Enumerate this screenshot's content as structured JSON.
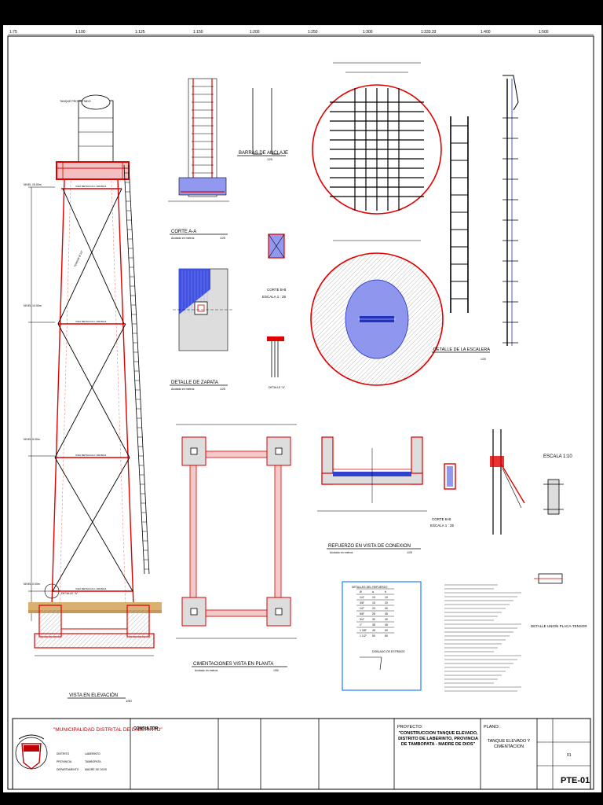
{
  "scale_bar": [
    "1:75",
    "1:100",
    "1:125",
    "1:150",
    "1:200",
    "1:250",
    "1:300",
    "1:333.33",
    "1:400",
    "1:500"
  ],
  "elevation": {
    "title": "VISTA EN ELEVACIÓN",
    "scale": "1/50",
    "tank_label": "TANQUE PROYECTADO",
    "levels": [
      "NIVEL 15.00m",
      "NIVEL 10.00m",
      "NIVEL 5.00m",
      "NIVEL 0.00m"
    ],
    "beam_labels": [
      "VIGA METALICA C 100x50x4",
      "VIGA METALICA C 100x50x4",
      "VIGA METALICA C 100x50x4",
      "VIGA METALICA C 100x50x4"
    ],
    "brace_label": "TENSOR Ø 1/2\"",
    "detail_ref": "DETALLE \"A\""
  },
  "corte_aa": {
    "title": "CORTE A-A",
    "scale": "1/25",
    "sublabel": "Acotado en metros",
    "bars_title": "BARRAS DE ANCLAJE",
    "bars_scale": "1/25"
  },
  "corte_bb": {
    "title": "CORTE B-B",
    "scale": "ESCALA 1 : 25"
  },
  "zapata": {
    "title": "DETALLE DE ZAPATA",
    "scale": "1/25",
    "sublabel": "Acotado en metros"
  },
  "detalle_a": {
    "title": "DETALLE \"A\""
  },
  "escalera": {
    "title": "DETALLE DE LA ESCALERA",
    "scale": "1/25"
  },
  "cimentacion": {
    "title": "CIMENTACIONES VISTA EN PLANTA",
    "scale": "1/50",
    "sublabel": "Acotado en metros"
  },
  "refuerzo": {
    "title": "REFUERZO EN VISTA DE CONEXION",
    "scale": "1/25",
    "sublabel": "Acotado en metros"
  },
  "corte_bb2": {
    "title": "CORTE B-B",
    "scale": "ESCALA 1 : 25"
  },
  "detalle_union": {
    "title": "DETALLE UNION PLACA-TENSOR",
    "scale": "ESCALA 1:10"
  },
  "rebar_table": {
    "title": "DETALLES DEL REFUERZO",
    "headers": [
      "Ø",
      "a",
      "b"
    ],
    "rows": [
      [
        "1/4\"",
        "10",
        "10"
      ],
      [
        "3/8\"",
        "15",
        "20"
      ],
      [
        "1/2\"",
        "20",
        "30"
      ],
      [
        "5/8\"",
        "25",
        "35"
      ],
      [
        "3/4\"",
        "30",
        "40"
      ],
      [
        "1\"",
        "35",
        "45"
      ],
      [
        "1 3/8\"",
        "45",
        "60"
      ],
      [
        "1 1/2\"",
        "50",
        "80"
      ]
    ],
    "sub_title": "DOBLADO DE ESTRIBOS"
  },
  "title_block": {
    "client": "\"MUNICIPALIDAD DISTRITAL DE LABERINTO\"",
    "district_label": "DISTRITO",
    "district": "LABERINTO",
    "province_label": "PROVINCIA",
    "province": "TAMBOPATA",
    "dept_label": "DEPARTAMENTO",
    "dept": "MADRE DE DIOS",
    "consultant_label": "CONSULTOR",
    "project_label": "PROYECTO:",
    "project": "\"CONSTRUCCION TANQUE ELEVADO, DISTRITO DE LABERINTO, PROVINCIA DE TAMBOPATA - MADRE DE DIOS\"",
    "plan_label": "PLANO:",
    "plan": "TANQUE ELEVADO Y CIMENTACION",
    "sheet_no": "01",
    "code": "PTE-01"
  }
}
